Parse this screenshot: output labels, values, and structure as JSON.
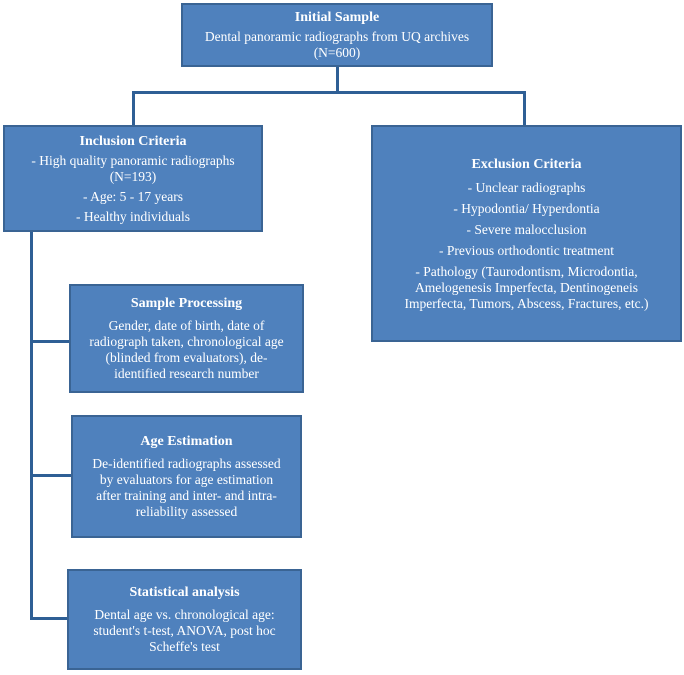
{
  "initial": {
    "title": "Initial Sample",
    "lines": [
      "Dental panoramic radiographs from UQ archives",
      "(N=600)"
    ]
  },
  "inclusion": {
    "title": "Inclusion Criteria",
    "lines": [
      "- High quality panoramic radiographs",
      "(N=193)",
      "- Age: 5 - 17 years",
      "- Healthy individuals"
    ]
  },
  "exclusion": {
    "title": "Exclusion Criteria",
    "lines": [
      "- Unclear radiographs",
      "- Hypodontia/ Hyperdontia",
      "- Severe malocclusion",
      "- Previous orthodontic treatment",
      "- Pathology (Taurodontism, Microdontia,",
      "Amelogenesis Imperfecta, Dentinogeneis",
      "Imperfecta, Tumors, Abscess, Fractures, etc.)"
    ]
  },
  "processing": {
    "title": "Sample Processing",
    "lines": [
      "Gender, date of birth, date of",
      "radiograph taken, chronological age",
      "(blinded from evaluators), de-",
      "identified research number"
    ]
  },
  "estimation": {
    "title": "Age Estimation",
    "lines": [
      "De-identified radiographs assessed",
      "by evaluators for age estimation",
      "after training and inter- and intra-",
      "reliability assessed"
    ]
  },
  "statistics": {
    "title": "Statistical analysis",
    "lines": [
      "Dental age vs. chronological age:",
      "student's  t-test, ANOVA, post hoc",
      "Scheffe's test"
    ]
  }
}
